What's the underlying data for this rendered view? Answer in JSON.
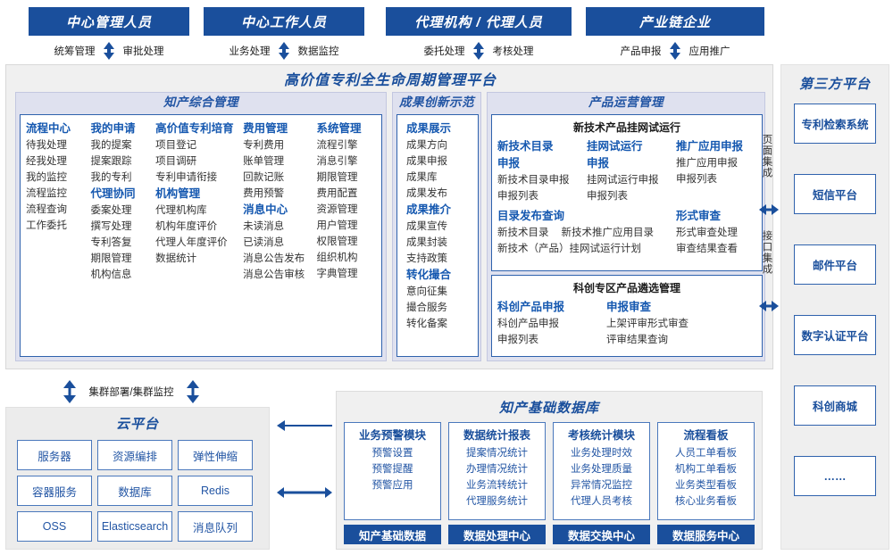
{
  "actors": [
    {
      "title": "中心管理人员",
      "left_flow": "统筹管理",
      "right_flow": "审批处理"
    },
    {
      "title": "中心工作人员",
      "left_flow": "业务处理",
      "right_flow": "数据监控"
    },
    {
      "title": "代理机构 / 代理人员",
      "left_flow": "委托处理",
      "right_flow": "考核处理"
    },
    {
      "title": "产业链企业",
      "left_flow": "产品申报",
      "right_flow": "应用推广"
    }
  ],
  "platform": {
    "title": "高价值专利全生命周期管理平台",
    "sections": {
      "ip_mgmt": {
        "title": "知产综合管理",
        "columns": [
          {
            "groups": [
              {
                "head": "流程中心",
                "items": [
                  "待我处理",
                  "经我处理",
                  "我的监控",
                  "流程监控",
                  "流程查询",
                  "工作委托"
                ]
              }
            ]
          },
          {
            "groups": [
              {
                "head": "我的申请",
                "items": [
                  "我的提案",
                  "提案跟踪",
                  "我的专利"
                ]
              },
              {
                "head": "代理协同",
                "items": [
                  "委案处理",
                  "撰写处理",
                  "专利答复",
                  "期限管理",
                  "机构信息"
                ]
              }
            ]
          },
          {
            "groups": [
              {
                "head": "高价值专利培育",
                "items": [
                  "项目登记",
                  "项目调研",
                  "专利申请衔接"
                ]
              },
              {
                "head": "机构管理",
                "items": [
                  "代理机构库",
                  "机构年度评价",
                  "代理人年度评价",
                  "数据统计"
                ]
              }
            ]
          },
          {
            "groups": [
              {
                "head": "费用管理",
                "items": [
                  "专利费用",
                  "账单管理",
                  "回款记账",
                  "费用预警"
                ]
              },
              {
                "head": "消息中心",
                "items": [
                  "未读消息",
                  "已读消息",
                  "消息公告发布",
                  "消息公告审核"
                ]
              }
            ]
          },
          {
            "groups": [
              {
                "head": "系统管理",
                "items": [
                  "流程引擎",
                  "消息引擎",
                  "期限管理",
                  "费用配置",
                  "资源管理",
                  "用户管理",
                  "权限管理",
                  "组织机构",
                  "字典管理"
                ]
              }
            ]
          }
        ]
      },
      "innovation": {
        "title": "成果创新示范",
        "groups": [
          {
            "head": "成果展示",
            "items": [
              "成果方向",
              "成果申报",
              "成果库",
              "成果发布"
            ]
          },
          {
            "head": "成果推介",
            "items": [
              "成果宣传",
              "成果封装",
              "支持政策"
            ]
          },
          {
            "head": "转化撮合",
            "items": [
              "意向征集",
              "撮合服务",
              "转化备案"
            ]
          }
        ]
      },
      "product_ops": {
        "title": "产品运营管理",
        "panels": [
          {
            "title": "新技术产品挂网试运行",
            "row1": [
              {
                "head": "新技术目录申报",
                "items": [
                  "新技术目录申报",
                  "申报列表"
                ]
              },
              {
                "head": "挂网试运行申报",
                "items": [
                  "挂网试运行申报",
                  "申报列表"
                ]
              },
              {
                "head": "推广应用申报",
                "items": [
                  "推广应用申报",
                  "申报列表"
                ]
              }
            ],
            "row2_left": {
              "head": "目录发布查询",
              "items": [
                "新技术目录",
                "新技术推广应用目录",
                "新技术（产品）挂网试运行计划"
              ]
            },
            "row2_right": {
              "head": "形式审查",
              "items": [
                "形式审查处理",
                "审查结果查看"
              ]
            }
          },
          {
            "title": "科创专区产品遴选管理",
            "row1": [
              {
                "head": "科创产品申报",
                "items": [
                  "科创产品申报",
                  "申报列表"
                ]
              },
              {
                "head": "申报审查",
                "items": [
                  "上架评审形式审查",
                  "评审结果查询"
                ]
              }
            ]
          }
        ]
      }
    }
  },
  "integration": {
    "page_integration": "页面集成",
    "api_integration": "接口集成"
  },
  "third_party": {
    "title": "第三方平台",
    "items": [
      "专利检索系统",
      "短信平台",
      "邮件平台",
      "数字认证平台",
      "科创商城",
      "……"
    ]
  },
  "cloud": {
    "cluster_label": "集群部署/集群监控",
    "title": "云平台",
    "cells": [
      "服务器",
      "资源编排",
      "弹性伸缩",
      "容器服务",
      "数据库",
      "Redis",
      "OSS",
      "Elasticsearch",
      "消息队列"
    ]
  },
  "database": {
    "title": "知产基础数据库",
    "columns": [
      {
        "head": "业务预警模块",
        "items": [
          "预警设置",
          "预警提醒",
          "预警应用"
        ],
        "foot": "知产基础数据"
      },
      {
        "head": "数据统计报表",
        "items": [
          "提案情况统计",
          "办理情况统计",
          "业务流转统计",
          "代理服务统计"
        ],
        "foot": "数据处理中心"
      },
      {
        "head": "考核统计模块",
        "items": [
          "业务处理时效",
          "业务处理质量",
          "异常情况监控",
          "代理人员考核"
        ],
        "foot": "数据交换中心"
      },
      {
        "head": "流程看板",
        "items": [
          "人员工单看板",
          "机构工单看板",
          "业务类型看板",
          "核心业务看板"
        ],
        "foot": "数据服务中心"
      }
    ]
  },
  "colors": {
    "brand_blue": "#1a4f9c",
    "header_blue": "#1558b0",
    "section_band": "#dfe1ef",
    "panel_bg": "#f0f0f0",
    "border_blue": "#2f62ad"
  }
}
